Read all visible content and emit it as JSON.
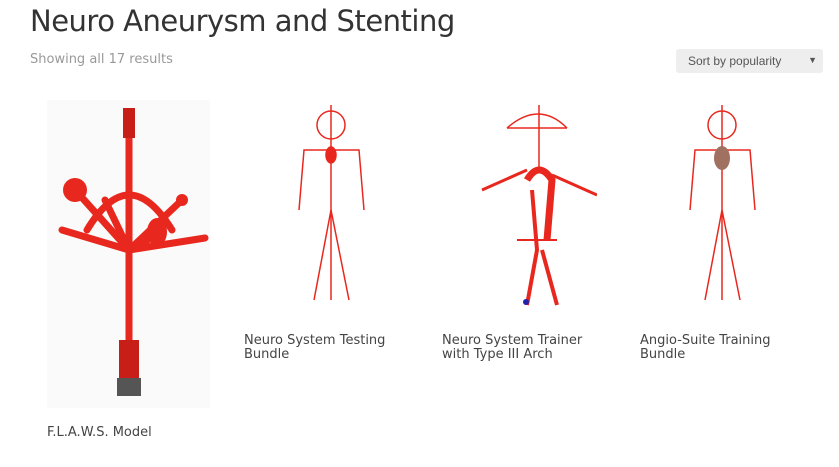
{
  "page": {
    "title": "Neuro Aneurysm and Stenting",
    "result_count": "Showing all 17 results"
  },
  "sort": {
    "selected": "Sort by popularity",
    "arrow_icon": "caret-down-icon"
  },
  "products": [
    {
      "name": "F.L.A.W.S. Model"
    },
    {
      "name": "Neuro System Testing Bundle"
    },
    {
      "name": "Neuro System Trainer with Type III Arch"
    },
    {
      "name": "Angio-Suite Training Bundle"
    }
  ],
  "colors": {
    "accent": "#e8281e",
    "text": "#444444",
    "muted": "#999999"
  }
}
